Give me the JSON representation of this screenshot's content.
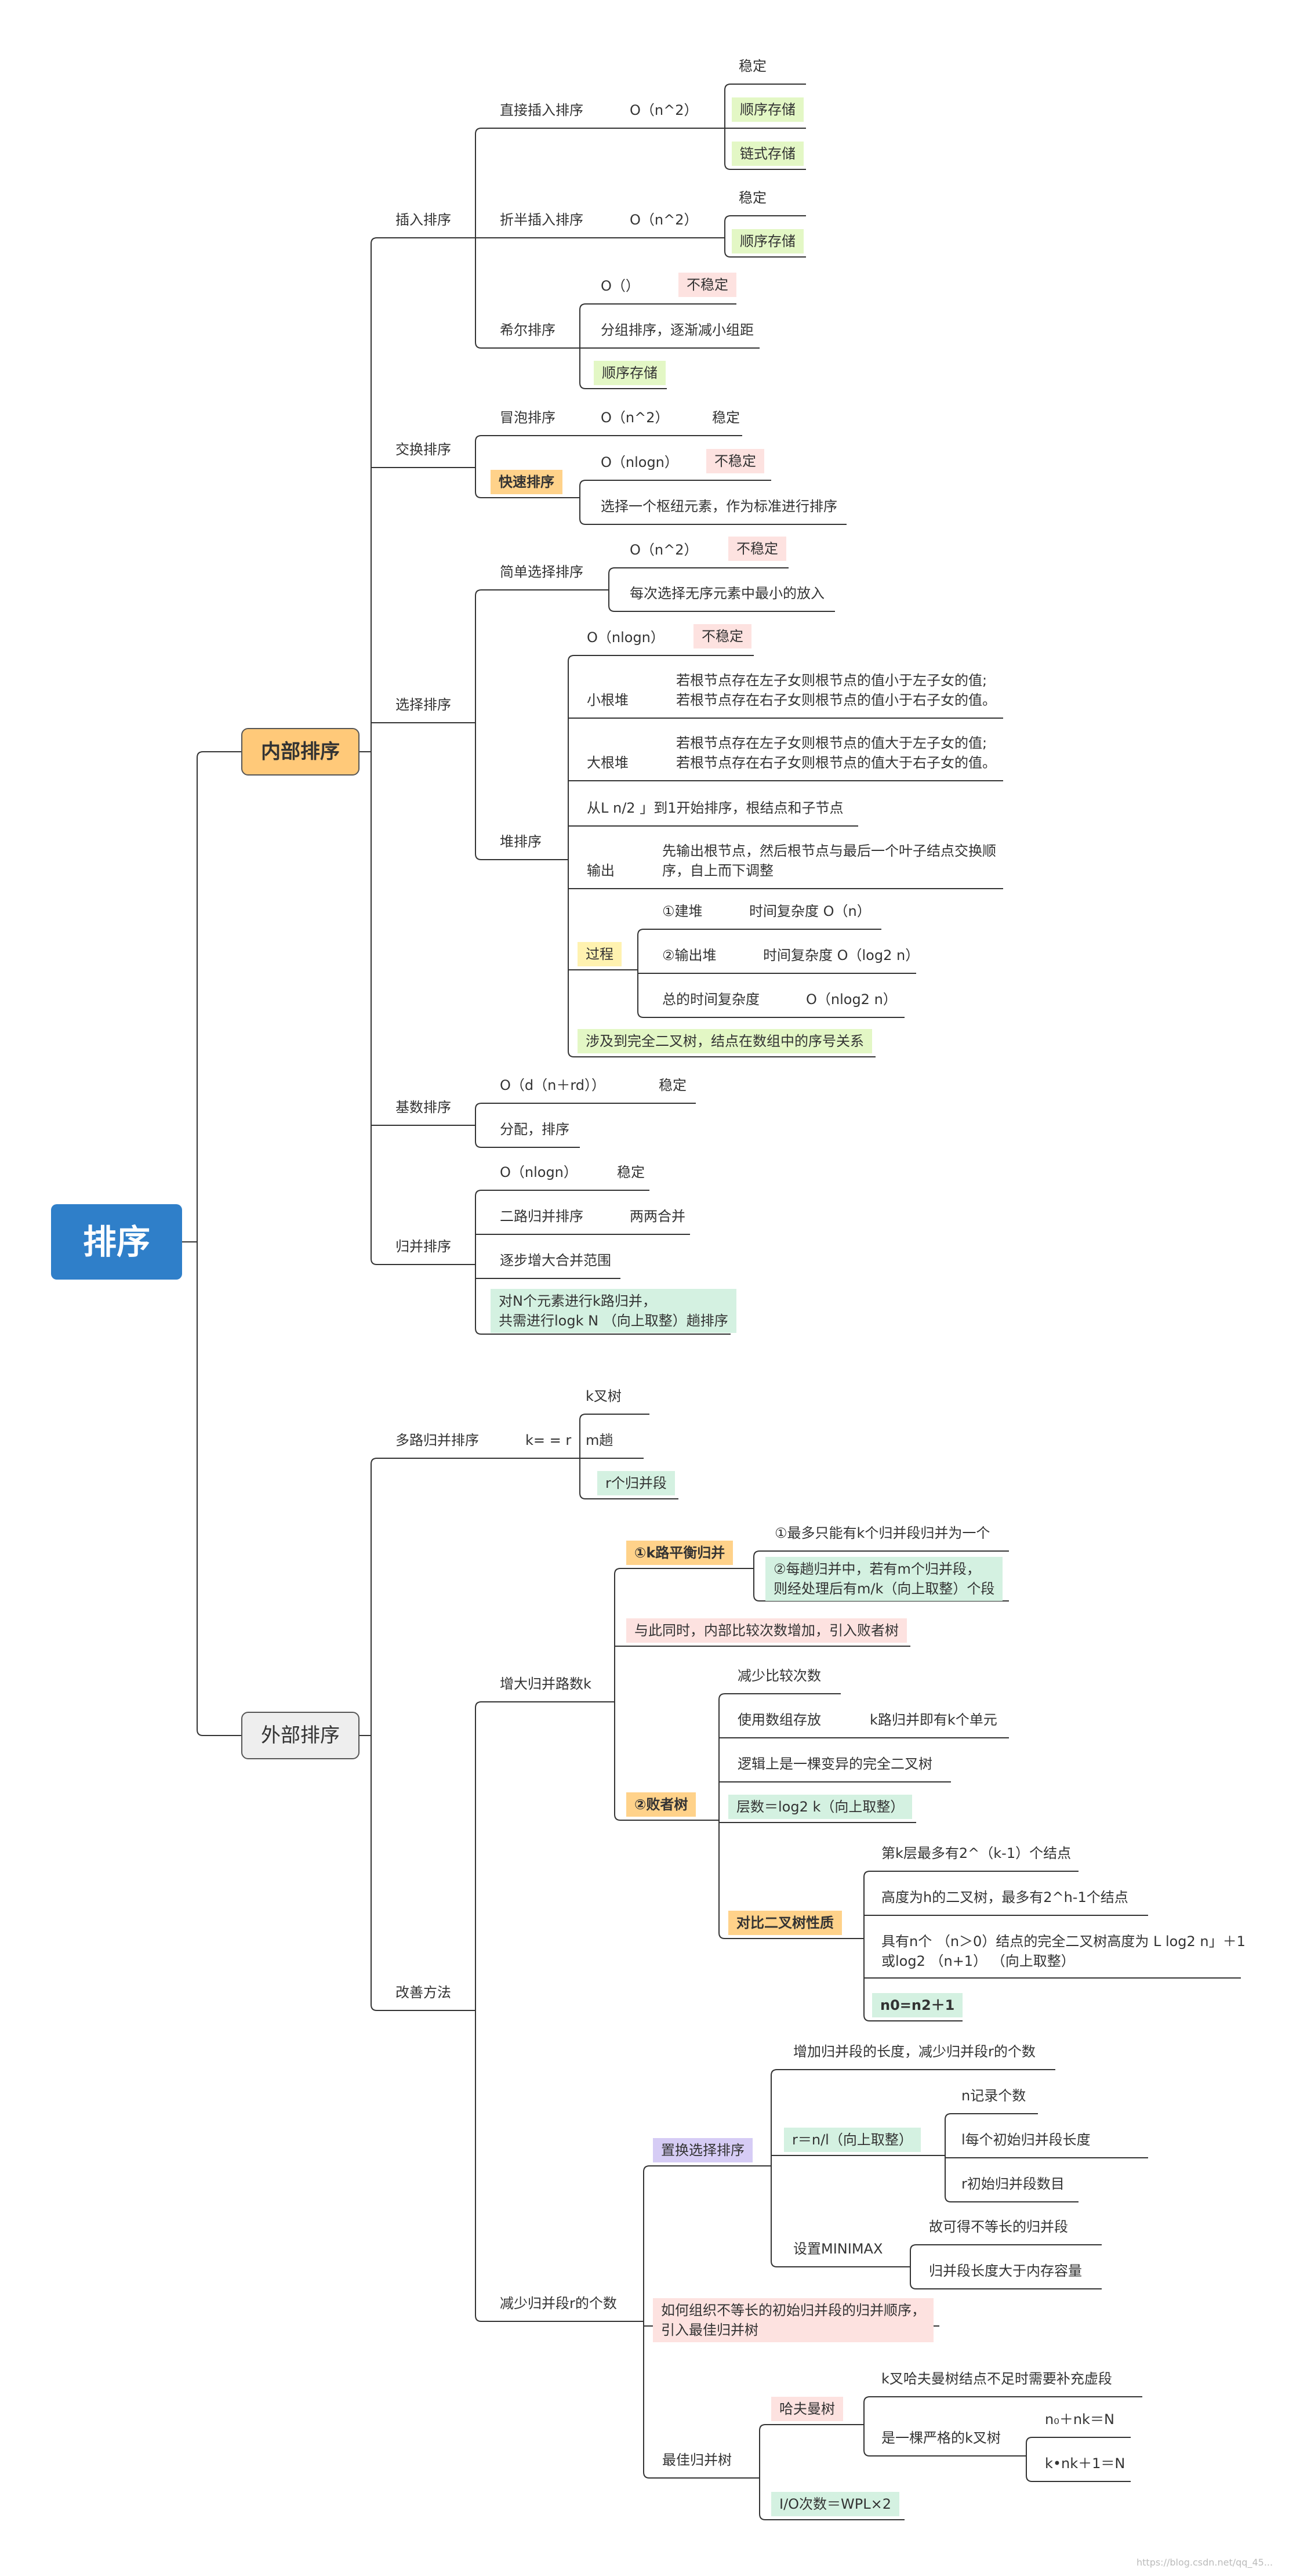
{
  "root": "排序",
  "internal": {
    "title": "内部排序",
    "insert": {
      "title": "插入排序",
      "direct": {
        "title": "直接插入排序",
        "complexity": "O（n^2）",
        "stable": "稳定",
        "storage1": "顺序存储",
        "storage2": "链式存储"
      },
      "binary": {
        "title": "折半插入排序",
        "complexity": "O（n^2）",
        "stable": "稳定",
        "storage": "顺序存储"
      },
      "shell": {
        "title": "希尔排序",
        "complexity": "O（）",
        "unstable": "不稳定",
        "desc": "分组排序，逐渐减小组距",
        "storage": "顺序存储"
      }
    },
    "exchange": {
      "title": "交换排序",
      "bubble": {
        "title": "冒泡排序",
        "complexity": "O（n^2）",
        "stable": "稳定"
      },
      "quick": {
        "title": "快速排序",
        "complexity": "O（nlogn）",
        "unstable": "不稳定",
        "desc": "选择一个枢纽元素，作为标准进行排序"
      }
    },
    "select": {
      "title": "选择排序",
      "simple": {
        "title": "简单选择排序",
        "complexity": "O（n^2）",
        "unstable": "不稳定",
        "desc": "每次选择无序元素中最小的放入"
      },
      "heap": {
        "title": "堆排序",
        "complexity": "O（nlogn）",
        "unstable": "不稳定",
        "small_label": "小根堆",
        "small_desc": "若根节点存在左子女则根节点的值小于左子女的值;\n若根节点存在右子女则根节点的值小于右子女的值。",
        "big_label": "大根堆",
        "big_desc": "若根节点存在左子女则根节点的值大于左子女的值;\n若根节点存在右子女则根节点的值大于右子女的值。",
        "build": "从L n/2 」到1开始排序，根结点和子节点",
        "output_label": "输出",
        "output_desc": "先输出根节点，然后根节点与最后一个叶子结点交换顺\n序，自上而下调整",
        "process_label": "过程",
        "p1_label": "①建堆",
        "p1_time": "时间复杂度 O（n）",
        "p2_label": "②输出堆",
        "p2_time": "时间复杂度 O（log2 n）",
        "p3_label": "总的时间复杂度",
        "p3_time": "O（nlog2 n）",
        "note": "涉及到完全二叉树，结点在数组中的序号关系"
      }
    },
    "radix": {
      "title": "基数排序",
      "complexity": "O（d（n＋rd））",
      "stable": "稳定",
      "desc": "分配，排序"
    },
    "merge": {
      "title": "归并排序",
      "complexity": "O（nlogn）",
      "stable": "稳定",
      "two_way": "二路归并排序",
      "two_way_desc": "两两合并",
      "gradual": "逐步增大合并范围",
      "note": "对N个元素进行k路归并，\n共需进行logk N （向上取整）趟排序"
    }
  },
  "external": {
    "title": "外部排序",
    "multi": {
      "title": "多路归并排序",
      "eq": "k= = r",
      "k": "k叉树",
      "m": "m趟",
      "r": "r个归并段"
    },
    "improve": {
      "title": "改善方法",
      "increase": {
        "title": "增大归并路数k",
        "balanced": "①k路平衡归并",
        "b1": "①最多只能有k个归并段归并为一个",
        "b2": "②每趟归并中，若有m个归并段，\n则经处理后有m/k（向上取整）个段",
        "note": "与此同时，内部比较次数增加，引入败者树",
        "loser": "②败者树",
        "l1": "减少比较次数",
        "l2": "使用数组存放",
        "l2_desc": "k路归并即有k个单元",
        "l3": "逻辑上是一棵变异的完全二叉树",
        "l4": "层数＝log2 k（向上取整）",
        "compare": "对比二叉树性质",
        "c1": "第k层最多有2^（k-1）个结点",
        "c2": "高度为h的二叉树，最多有2^h-1个结点",
        "c3": "具有n个 （n＞0）结点的完全二叉树高度为 L log2 n」＋1\n或log2 （n+1） （向上取整）",
        "c4": "n0=n2＋1"
      },
      "reduce": {
        "title": "减少归并段r的个数",
        "replace": "置换选择排序",
        "r1": "增加归并段的长度，减少归并段r的个数",
        "r2": "r＝n/l（向上取整）",
        "r2a": "n记录个数",
        "r2b": "l每个初始归并段长度",
        "r2c": "r初始归并段数目",
        "r3": "设置MINIMAX",
        "r3a": "故可得不等长的归并段",
        "r3b": "归并段长度大于内存容量",
        "note": "如何组织不等长的初始归并段的归并顺序，\n引入最佳归并树",
        "best": "最佳归并树",
        "huffman": "哈夫曼树",
        "h1": "k叉哈夫曼树结点不足时需要补充虚段",
        "h2": "是一棵严格的k叉树",
        "h2a": "n₀＋nk＝N",
        "h2b": "k•nk＋1＝N",
        "io": "I/O次数＝WPL×2"
      }
    }
  },
  "watermark": "https://blog.csdn.net/qq_45...",
  "colors": {
    "root": "#2f7fc9",
    "internal": "#ffc979",
    "line": "#333333"
  }
}
